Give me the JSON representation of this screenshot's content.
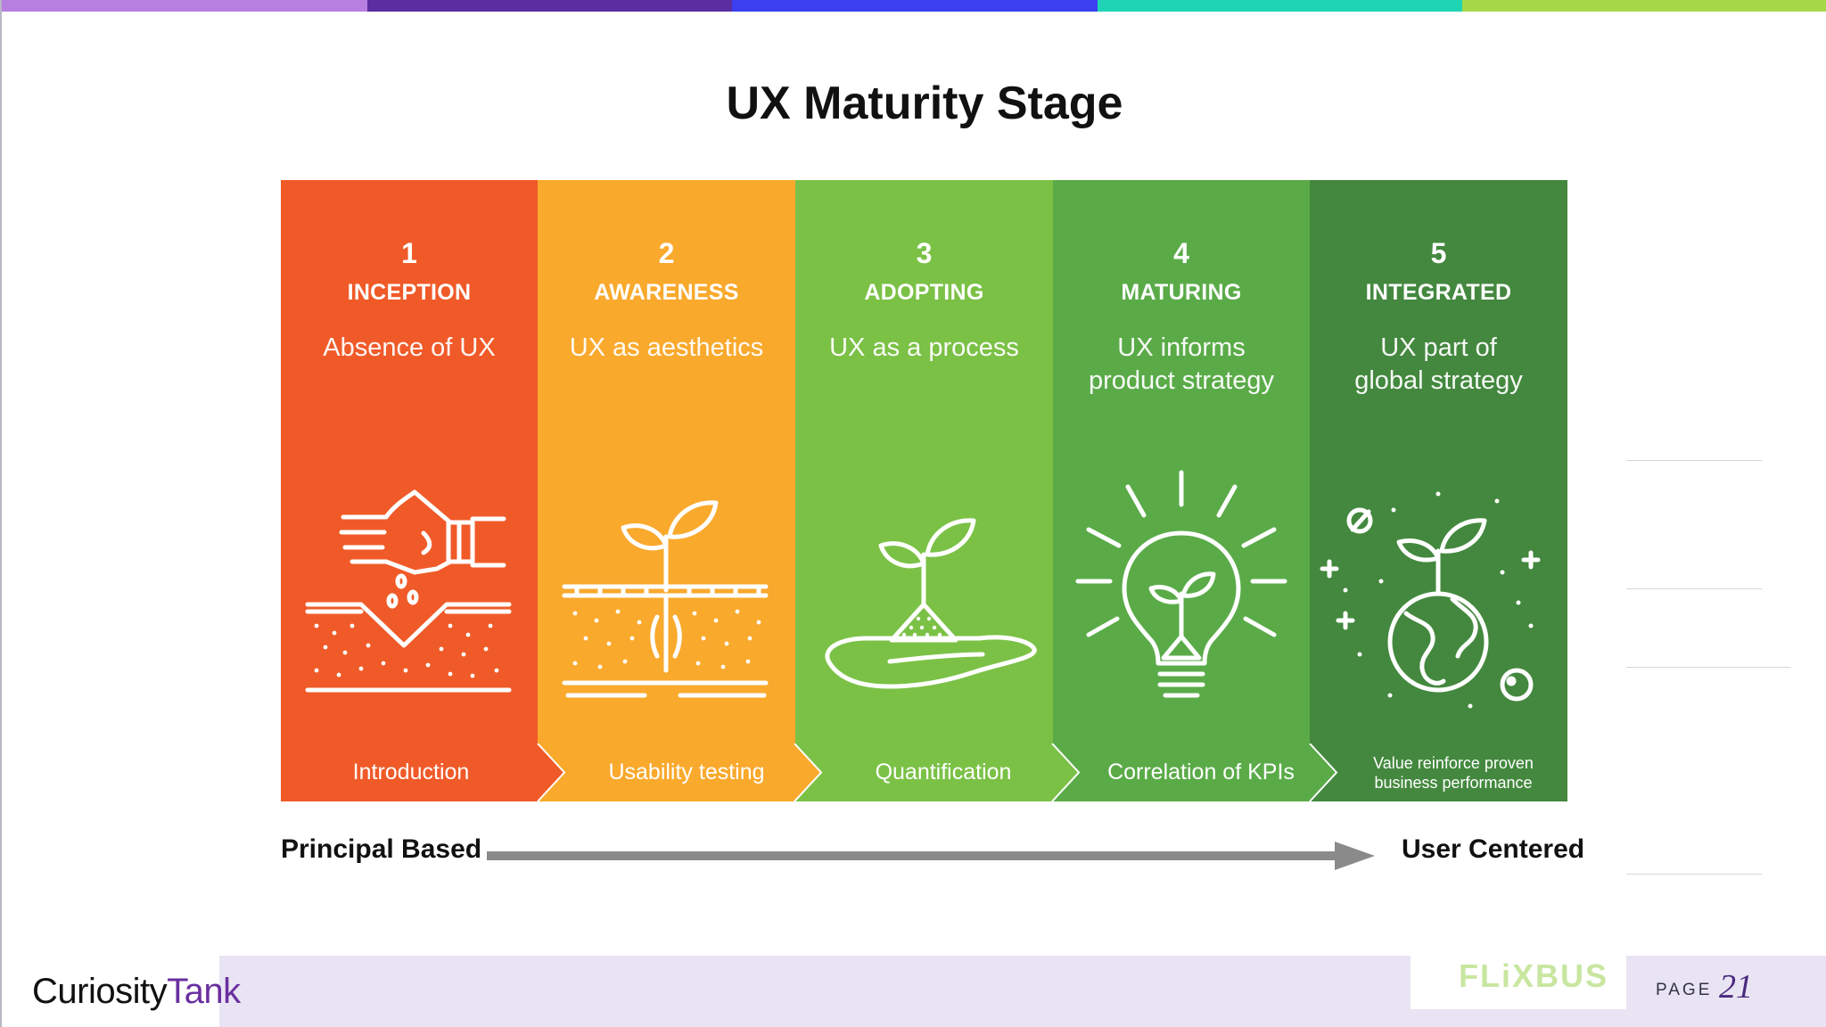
{
  "title": "UX Maturity Stage",
  "top_bar_colors": [
    "#b67fe0",
    "#5a2ea0",
    "#3b3ff0",
    "#1fd4b4",
    "#a6d94a"
  ],
  "stages": [
    {
      "number": "1",
      "name": "INCEPTION",
      "description_lines": [
        "Absence of UX"
      ],
      "color": "#f05a28",
      "chevron_label": "Introduction",
      "icon": "hand-planting-seeds-icon"
    },
    {
      "number": "2",
      "name": "AWARENESS",
      "description_lines": [
        "UX as aesthetics"
      ],
      "color": "#f9a92c",
      "chevron_label": "Usability testing",
      "icon": "sprout-in-soil-icon"
    },
    {
      "number": "3",
      "name": "ADOPTING",
      "description_lines": [
        "UX as a process"
      ],
      "color": "#7bc146",
      "chevron_label": "Quantification",
      "icon": "sprout-in-hand-icon"
    },
    {
      "number": "4",
      "name": "MATURING",
      "description_lines": [
        "UX informs",
        "product strategy"
      ],
      "color": "#5aab48",
      "chevron_label": "Correlation of KPIs",
      "icon": "lightbulb-sprout-icon"
    },
    {
      "number": "5",
      "name": "INTEGRATED",
      "description_lines": [
        "UX part of",
        "global strategy"
      ],
      "color": "#43883e",
      "chevron_label_lines": [
        "Value reinforce proven",
        "business performance"
      ],
      "icon": "globe-sprout-icon"
    }
  ],
  "axis": {
    "left_label": "Principal Based",
    "right_label": "User Centered"
  },
  "footer": {
    "brand_part1": "Curiosity",
    "brand_part2": "Tank",
    "partner_logo": "FLiXBUS",
    "page_label": "PAGE",
    "page_number": "21"
  }
}
